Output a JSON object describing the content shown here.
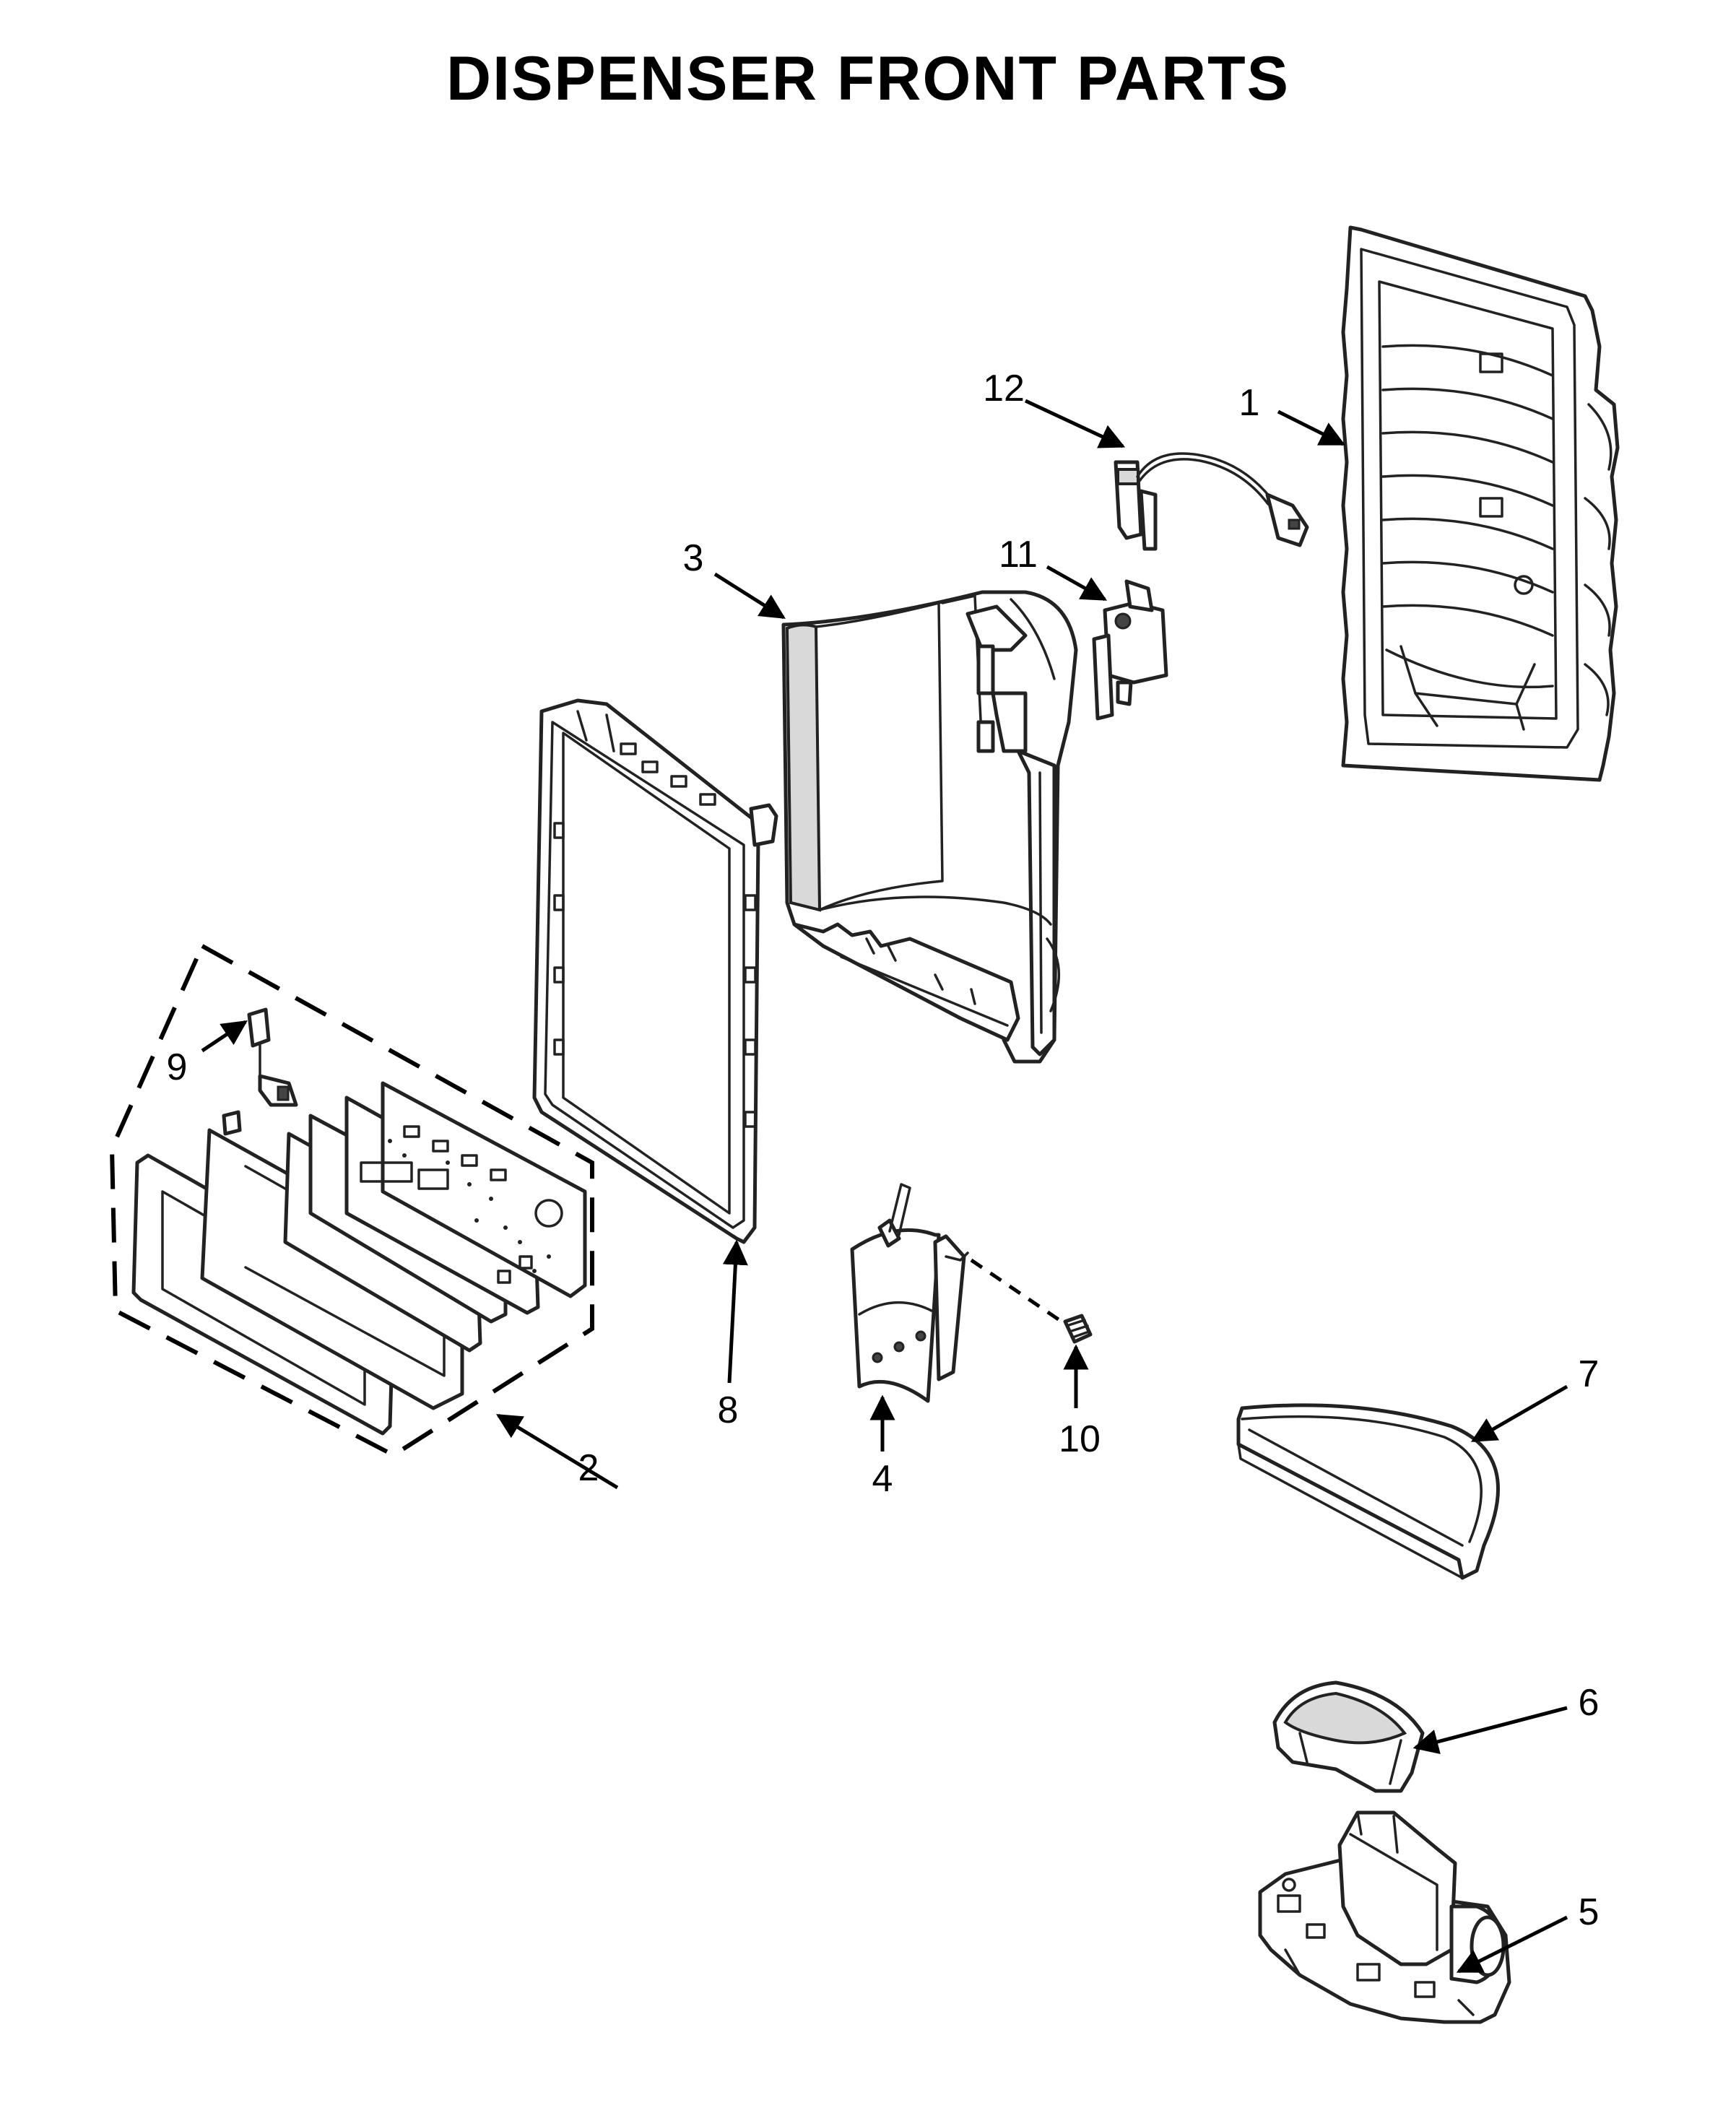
{
  "title": "DISPENSER FRONT PARTS",
  "callouts": [
    {
      "number": "1"
    },
    {
      "number": "2"
    },
    {
      "number": "3"
    },
    {
      "number": "4"
    },
    {
      "number": "5"
    },
    {
      "number": "6"
    },
    {
      "number": "7"
    },
    {
      "number": "8"
    },
    {
      "number": "9"
    },
    {
      "number": "10"
    },
    {
      "number": "11"
    },
    {
      "number": "12"
    }
  ]
}
